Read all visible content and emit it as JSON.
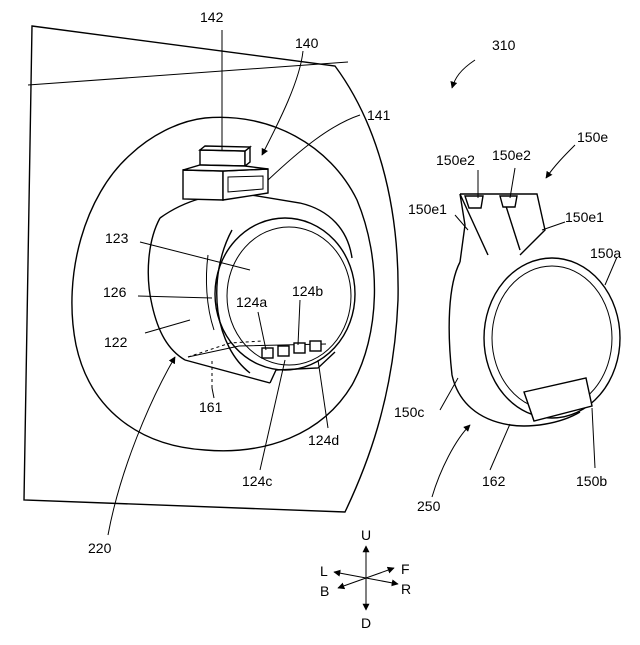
{
  "labels": {
    "l142": "142",
    "l140": "140",
    "l310": "310",
    "l141": "141",
    "l150e": "150e",
    "l150e2a": "150e2",
    "l150e2b": "150e2",
    "l150e1a": "150e1",
    "l150e1b": "150e1",
    "l150a": "150a",
    "l123": "123",
    "l124b": "124b",
    "l126": "126",
    "l124a": "124a",
    "l122": "122",
    "l150c": "150c",
    "l161": "161",
    "l124d": "124d",
    "l124c": "124c",
    "l162": "162",
    "l150b": "150b",
    "l250": "250",
    "l220": "220"
  },
  "directions": {
    "up": "U",
    "down": "D",
    "left": "L",
    "back": "B",
    "front": "F",
    "right": "R"
  }
}
